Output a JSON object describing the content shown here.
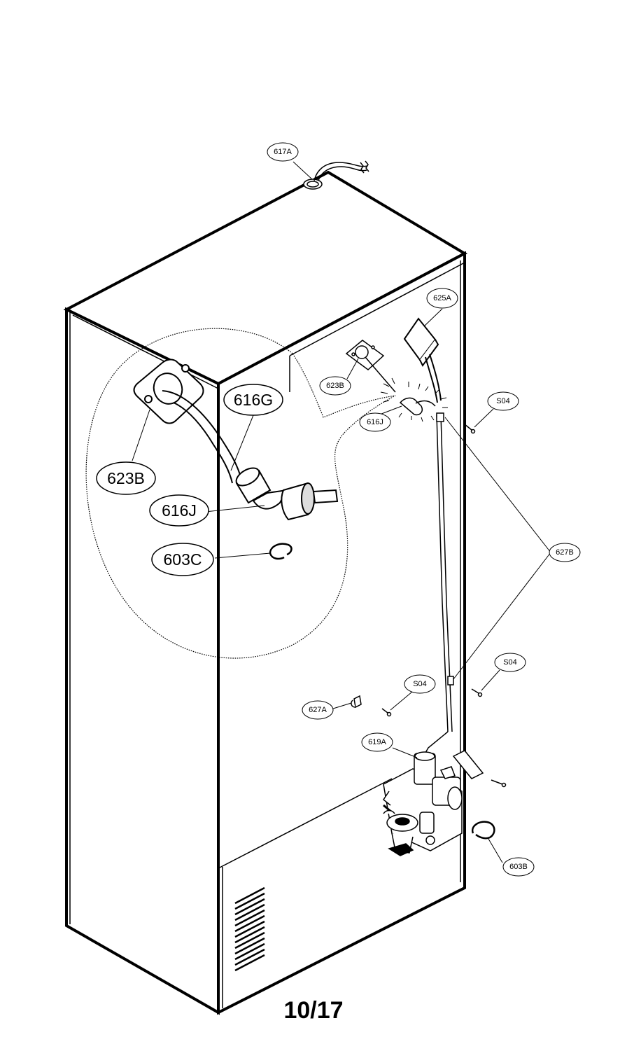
{
  "parts": {
    "p617A": "617A",
    "p625A": "625A",
    "p623B": "623B",
    "p616J": "616J",
    "pS04a": "S04",
    "p627B": "627B",
    "pS04b": "S04",
    "pS04c": "S04",
    "p627A": "627A",
    "p619A": "619A",
    "p603B": "603B"
  },
  "detail": {
    "p616G": "616G",
    "p623B": "623B",
    "p616J": "616J",
    "p603C": "603C"
  },
  "page_number": "10/17"
}
